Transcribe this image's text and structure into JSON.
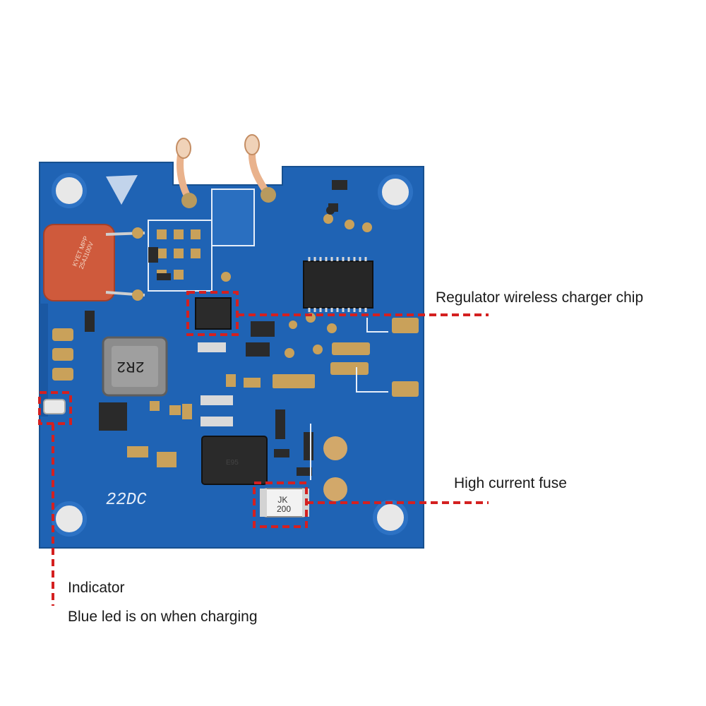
{
  "colors": {
    "pcb": "#1f63b4",
    "pcb_dark": "#16498a",
    "pad": "#c9a15a",
    "chip": "#2a2a2a",
    "annotation": "#d42020"
  },
  "board": {
    "silk_fuse": "JK\n200",
    "silk_inductor": "2R2",
    "silk_board": "22DC",
    "silk_cap": "KYET MPP\n254J100V",
    "silk_small": "E95"
  },
  "annotations": {
    "regulator": "Regulator wireless charger chip",
    "fuse": "High current fuse",
    "indicator_title": "Indicator",
    "indicator_desc": "Blue led is on when charging"
  }
}
